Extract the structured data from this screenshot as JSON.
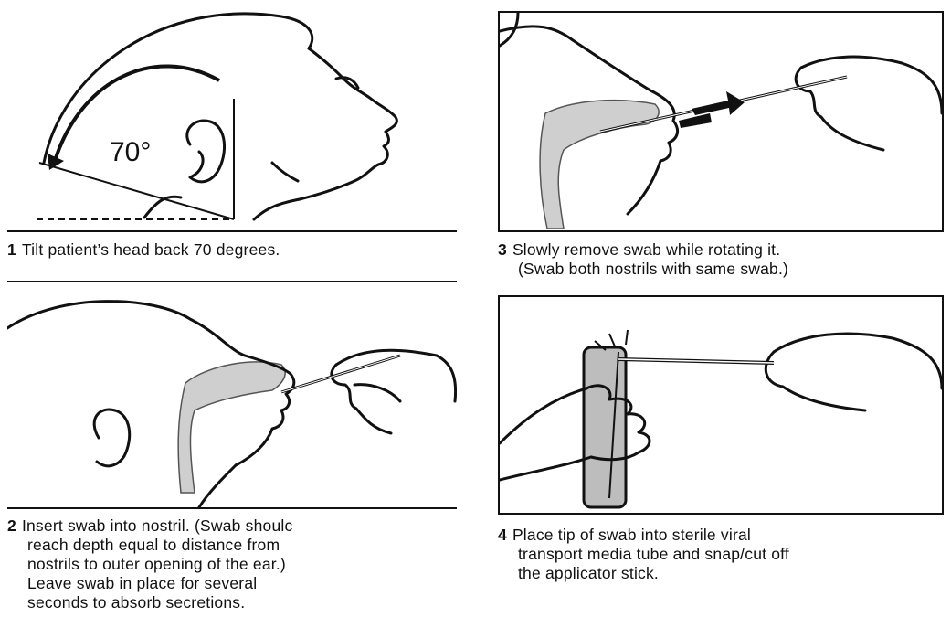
{
  "steps": [
    {
      "number": "1",
      "lines": [
        "Tilt patient’s head back 70 degrees."
      ],
      "angle_label": "70°"
    },
    {
      "number": "2",
      "lines": [
        "Insert swab into nostril. (Swab shoulc",
        "reach depth equal to distance from",
        "nostrils to outer opening of the ear.)",
        "Leave swab in place for several",
        "seconds to absorb secretions."
      ]
    },
    {
      "number": "3",
      "lines": [
        "Slowly remove swab while rotating it.",
        "(Swab both nostrils with same swab.)"
      ]
    },
    {
      "number": "4",
      "lines": [
        "Place tip of swab into sterile viral",
        "transport media tube and snap/cut off",
        "the applicator stick."
      ]
    }
  ]
}
